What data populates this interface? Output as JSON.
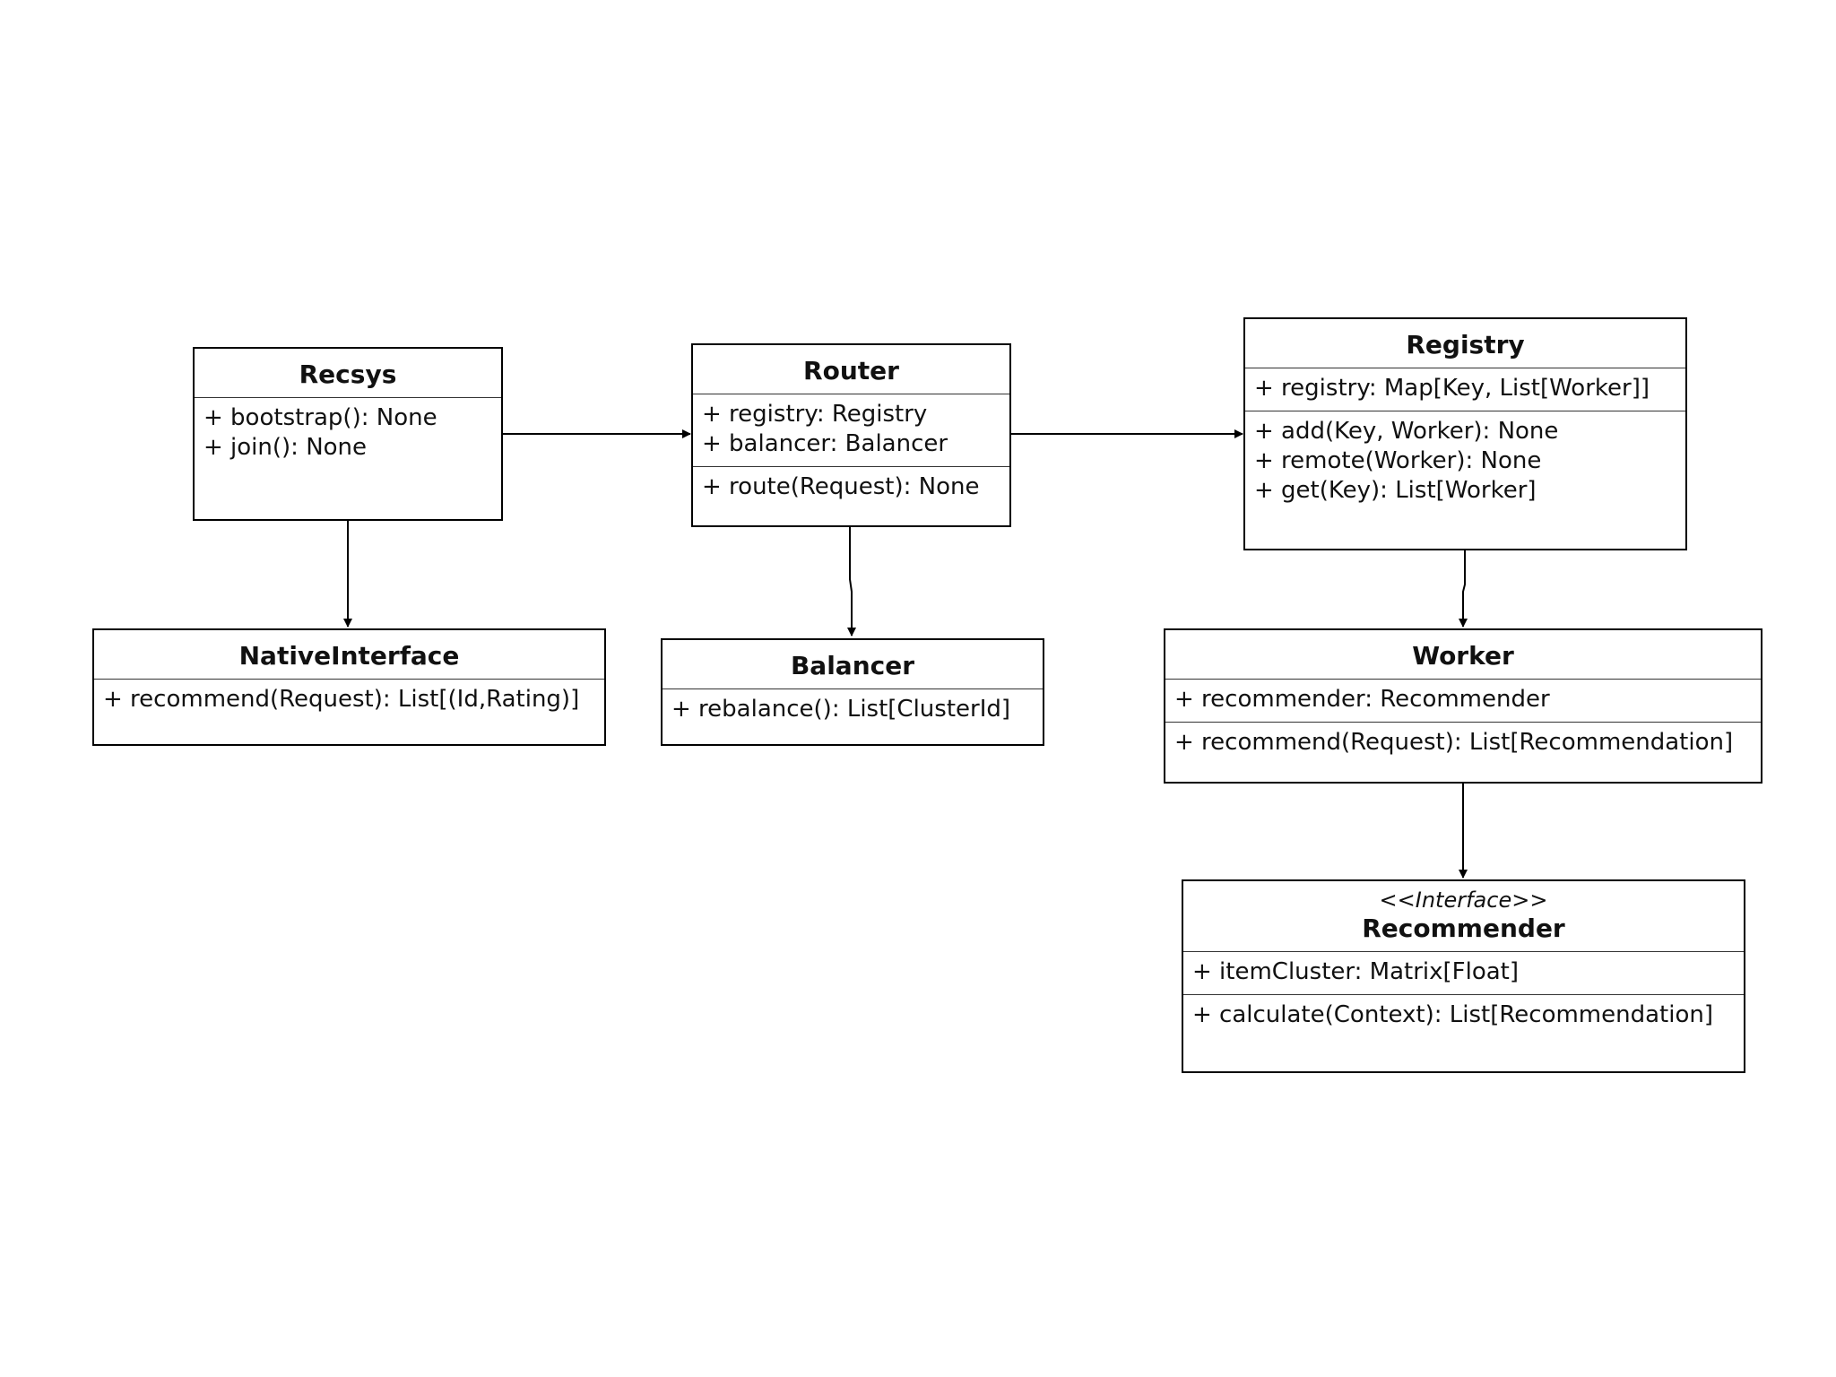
{
  "diagram": {
    "classes": {
      "recsys": {
        "name": "Recsys",
        "attributes": [],
        "methods": [
          "+ bootstrap(): None",
          "+ join(): None"
        ]
      },
      "router": {
        "name": "Router",
        "attributes": [
          "+ registry: Registry",
          "+ balancer: Balancer"
        ],
        "methods": [
          "+ route(Request): None"
        ]
      },
      "registry": {
        "name": "Registry",
        "attributes": [
          "+ registry: Map[Key, List[Worker]]"
        ],
        "methods": [
          "+ add(Key, Worker): None",
          "+ remote(Worker): None",
          "+ get(Key): List[Worker]"
        ]
      },
      "native_interface": {
        "name": "NativeInterface",
        "attributes": [],
        "methods": [
          "+ recommend(Request): List[(Id,Rating)]"
        ]
      },
      "balancer": {
        "name": "Balancer",
        "attributes": [],
        "methods": [
          "+ rebalance(): List[ClusterId]"
        ]
      },
      "worker": {
        "name": "Worker",
        "attributes": [
          "+ recommender: Recommender"
        ],
        "methods": [
          "+ recommend(Request): List[Recommendation]"
        ]
      },
      "recommender": {
        "stereotype": "<<Interface>>",
        "name": "Recommender",
        "attributes": [
          "+ itemCluster: Matrix[Float]"
        ],
        "methods": [
          "+ calculate(Context): List[Recommendation]"
        ]
      }
    },
    "associations": [
      {
        "from": "Recsys",
        "to": "Router"
      },
      {
        "from": "Router",
        "to": "Registry"
      },
      {
        "from": "Recsys",
        "to": "NativeInterface"
      },
      {
        "from": "Router",
        "to": "Balancer"
      },
      {
        "from": "Registry",
        "to": "Worker"
      },
      {
        "from": "Worker",
        "to": "Recommender"
      }
    ],
    "colors": {
      "line": "#000000",
      "background": "#ffffff",
      "text": "#111111"
    }
  }
}
